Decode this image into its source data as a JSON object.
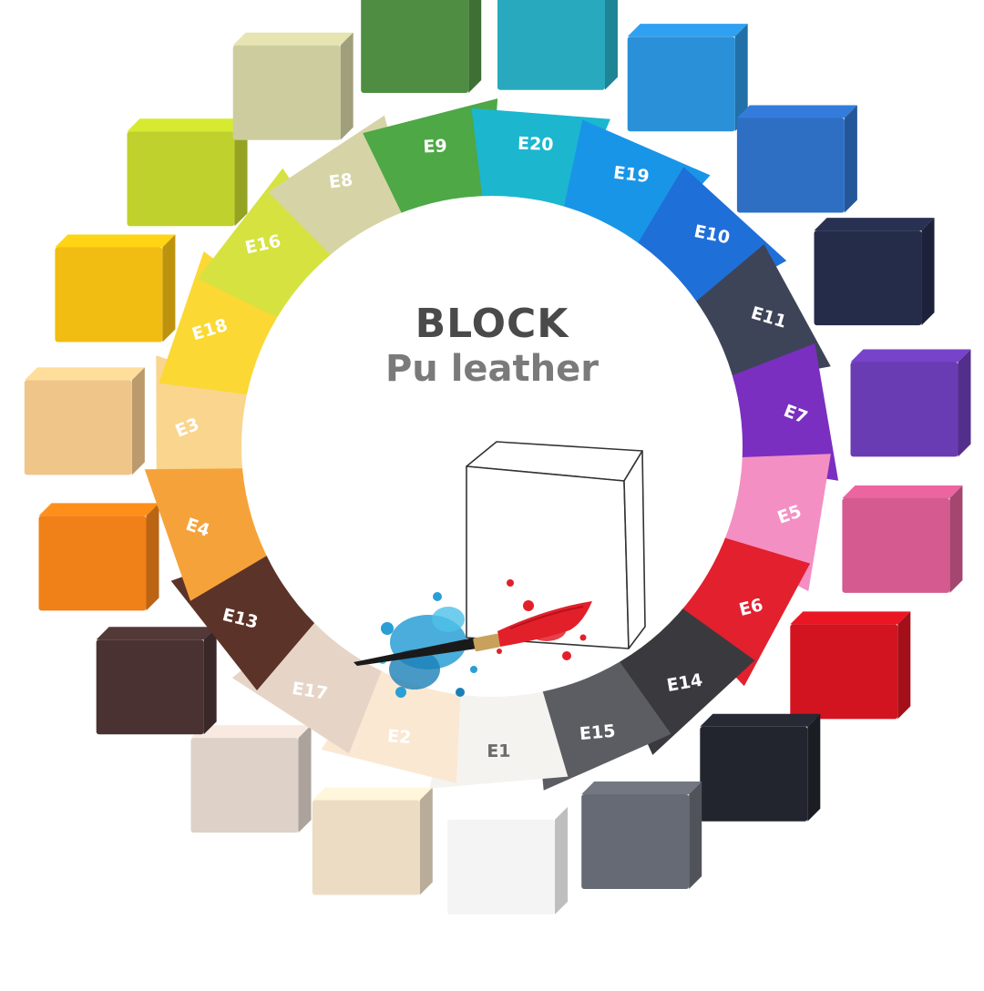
{
  "title": "BLOCK",
  "subtitle": "Pu leather",
  "swatches": [
    {
      "code": "E3",
      "color": "#f9d58e",
      "text": "#ffffff",
      "cube": "#f0c58a"
    },
    {
      "code": "E18",
      "color": "#fbd834",
      "text": "#ffffff",
      "cube": "#f2bd12"
    },
    {
      "code": "E16",
      "color": "#d6e23f",
      "text": "#ffffff",
      "cube": "#bfd12c"
    },
    {
      "code": "E8",
      "color": "#d6d4a6",
      "text": "#ffffff",
      "cube": "#cdcc9e"
    },
    {
      "code": "E9",
      "color": "#4da845",
      "text": "#ffffff",
      "cube": "#4f8e42"
    },
    {
      "code": "E20",
      "color": "#1cb6cf",
      "text": "#ffffff",
      "cube": "#28a9bd"
    },
    {
      "code": "E19",
      "color": "#1995e8",
      "text": "#ffffff",
      "cube": "#2a90d8"
    },
    {
      "code": "E10",
      "color": "#1f6fd8",
      "text": "#ffffff",
      "cube": "#2e6fc4"
    },
    {
      "code": "E11",
      "color": "#3e4458",
      "text": "#ffffff",
      "cube": "#252c4a"
    },
    {
      "code": "E7",
      "color": "#7a2fc0",
      "text": "#ffffff",
      "cube": "#6a3cb4"
    },
    {
      "code": "E5",
      "color": "#f48fc3",
      "text": "#ffffff",
      "cube": "#d45a8f"
    },
    {
      "code": "E6",
      "color": "#e3202e",
      "text": "#ffffff",
      "cube": "#d21420"
    },
    {
      "code": "E14",
      "color": "#3a3a3e",
      "text": "#ffffff",
      "cube": "#23252e"
    },
    {
      "code": "E15",
      "color": "#5b5d63",
      "text": "#ffffff",
      "cube": "#666a74"
    },
    {
      "code": "E1",
      "color": "#f5f3ef",
      "text": "#6a6a6a",
      "cube": "#f4f4f4"
    },
    {
      "code": "E2",
      "color": "#fbe8d2",
      "text": "#ffffff",
      "cube": "#eddcc4"
    },
    {
      "code": "E17",
      "color": "#e6d5c6",
      "text": "#ffffff",
      "cube": "#ddd1c8"
    },
    {
      "code": "E13",
      "color": "#5c3328",
      "text": "#ffffff",
      "cube": "#4a3232"
    },
    {
      "code": "E4",
      "color": "#f6a23a",
      "text": "#ffffff",
      "cube": "#f08018"
    }
  ],
  "colors": {
    "hub": "#ffffff",
    "cube_outline": "#333333",
    "brush_handle": "#1a1a1a",
    "brush_tip": "#e2202a",
    "brush_ferrule": "#c8a25c",
    "splash_blue": "#2a9fd6",
    "splash_red": "#e2202a"
  },
  "icons": [
    "outline-cube-icon",
    "paintbrush-icon",
    "paint-splash-icon"
  ]
}
